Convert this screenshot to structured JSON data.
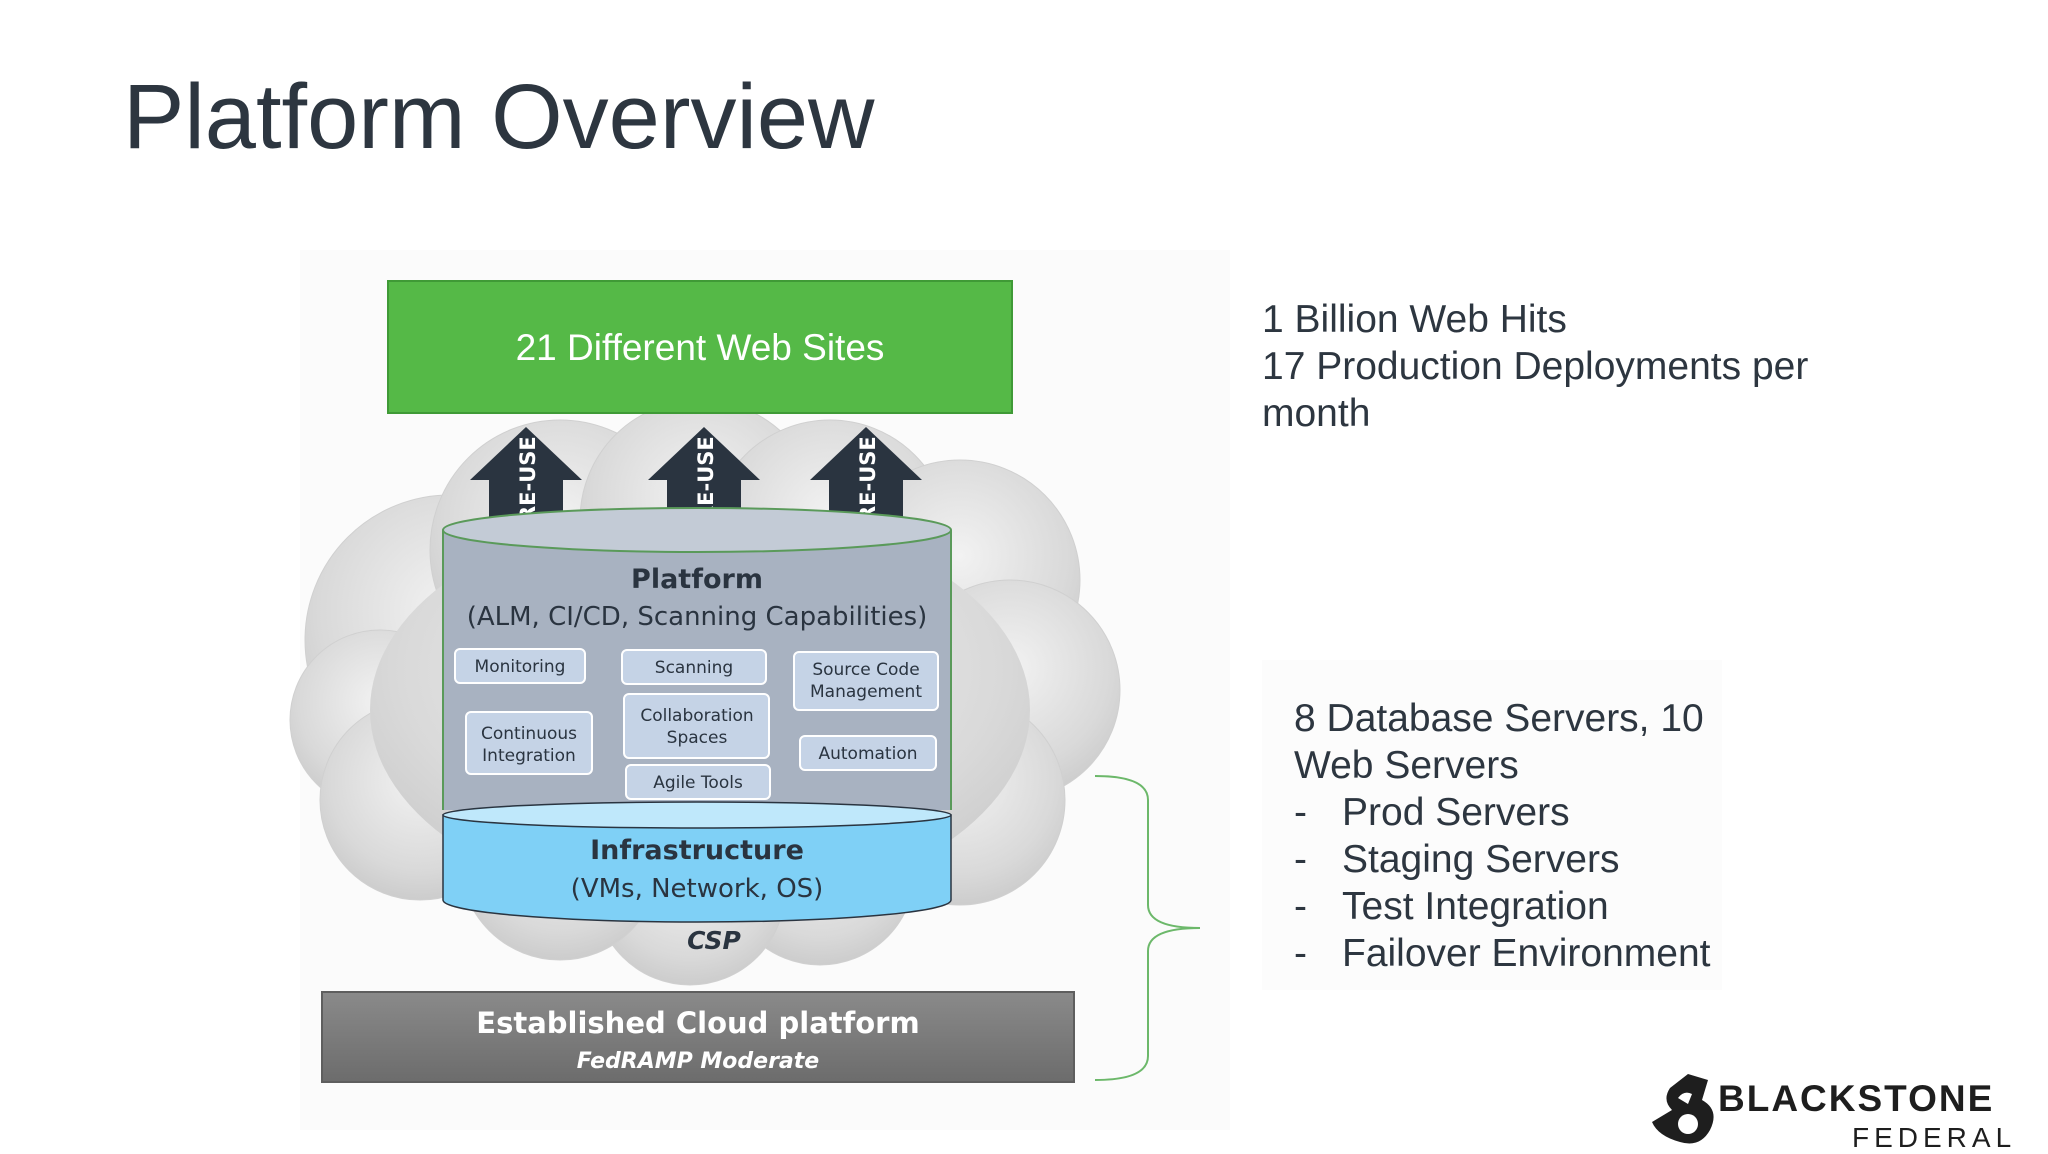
{
  "slide": {
    "title": "Platform Overview"
  },
  "diagram": {
    "websites_label": "21 Different Web Sites",
    "reuse_arrows": [
      "RE-USE",
      "RE-USE",
      "RE-USE"
    ],
    "platform": {
      "title": "Platform",
      "subtitle": "(ALM, CI/CD, Scanning Capabilities)",
      "boxes": [
        {
          "label": [
            "Monitoring"
          ]
        },
        {
          "label": [
            "Scanning"
          ]
        },
        {
          "label": [
            "Source Code",
            "Management"
          ]
        },
        {
          "label": [
            "Collaboration",
            "Spaces"
          ]
        },
        {
          "label": [
            "Continuous",
            "Integration"
          ]
        },
        {
          "label": [
            "Automation"
          ]
        },
        {
          "label": [
            "Agile Tools"
          ]
        }
      ]
    },
    "infrastructure": {
      "title": "Infrastructure",
      "subtitle": "(VMs, Network, OS)"
    },
    "csp_label": "CSP",
    "cloud_platform": {
      "title": "Established Cloud platform",
      "subtitle": "FedRAMP Moderate"
    },
    "colors": {
      "websites_fill": "#55b947",
      "arrow_fill": "#2a3440",
      "platform_fill": "#a8b2c1",
      "infrastructure_fill": "#7fd0f6",
      "cloud_bar_fill": "#7b7b7b",
      "bracket_stroke": "#6cb86a"
    }
  },
  "stats": {
    "top_lines": [
      "1 Billion Web Hits",
      "17 Production Deployments per",
      "month"
    ],
    "servers_lines": [
      "8 Database Servers, 10",
      "Web Servers"
    ],
    "server_items": [
      "Prod Servers",
      "Staging Servers",
      "Test Integration",
      "Failover Environment"
    ],
    "bullet": "-"
  },
  "logo": {
    "name": "BLACKSTONE",
    "sub": "FEDERAL"
  }
}
